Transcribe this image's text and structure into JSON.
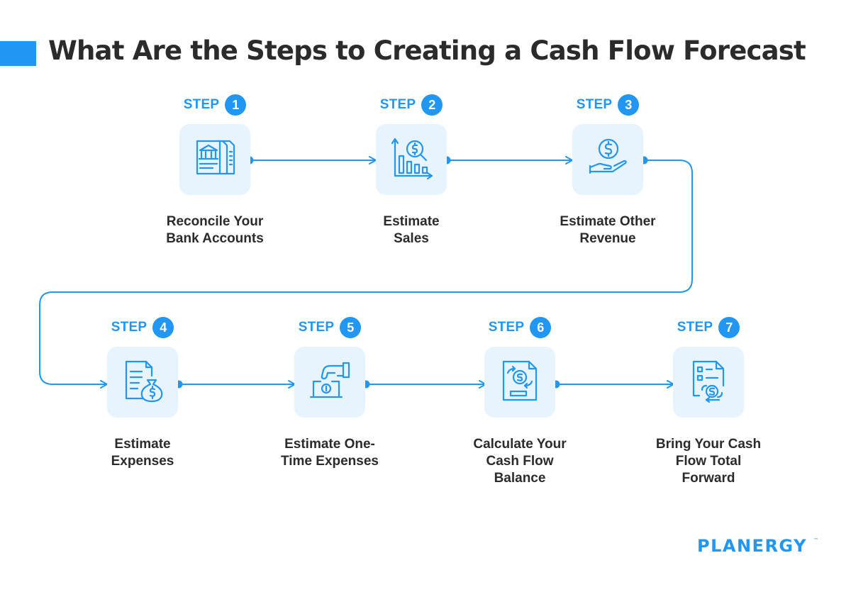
{
  "title": "What Are the Steps to Creating a Cash Flow Forecast",
  "step_word": "STEP",
  "steps": [
    {
      "number": "1",
      "label": "Reconcile Your\nBank Accounts",
      "icon": "bank-document-icon"
    },
    {
      "number": "2",
      "label": "Estimate\nSales",
      "icon": "sales-chart-icon"
    },
    {
      "number": "3",
      "label": "Estimate Other\nRevenue",
      "icon": "hand-coin-icon"
    },
    {
      "number": "4",
      "label": "Estimate\nExpenses",
      "icon": "document-money-bag-icon"
    },
    {
      "number": "5",
      "label": "Estimate One-\nTime Expenses",
      "icon": "hand-coin-box-icon"
    },
    {
      "number": "6",
      "label": "Calculate Your\nCash Flow\nBalance",
      "icon": "cash-flow-document-icon"
    },
    {
      "number": "7",
      "label": "Bring Your Cash\nFlow Total\nForward",
      "icon": "checklist-coin-icon"
    }
  ],
  "brand": {
    "name": "PLANERGY",
    "mark": "™"
  },
  "colors": {
    "accent": "#2196f3",
    "icon_bg": "#e8f4fd",
    "text": "#2b2b2b"
  }
}
